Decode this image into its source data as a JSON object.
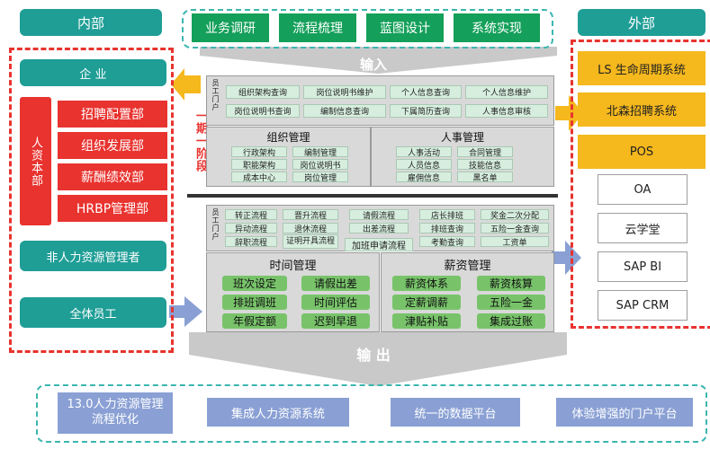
{
  "left": {
    "header": "内部",
    "enterprise": "企 业",
    "hr_label": "人资本部",
    "hr_depts": [
      "招聘配置部",
      "组织发展部",
      "薪酬绩效部",
      "HRBP管理部"
    ],
    "non_hr_manager": "非人力资源管理者",
    "all_staff": "全体员工"
  },
  "right": {
    "header": "外部",
    "yellow_systems": [
      "LS 生命周期系统",
      "北森招聘系统",
      "POS"
    ],
    "gray_systems": [
      "OA",
      "云学堂",
      "SAP BI",
      "SAP CRM"
    ]
  },
  "top": {
    "steps": [
      "业务调研",
      "流程梳理",
      "蓝图设计",
      "系统实现"
    ],
    "input_label": "输入",
    "output_label": "输 出"
  },
  "phase_label": "一期一阶段",
  "upper_panel": {
    "portal_label": "员工门户",
    "rows": [
      [
        "组织架构查询",
        "岗位说明书维护",
        "个人信息查询",
        "个人信息维护"
      ],
      [
        "岗位说明书查询",
        "编制信息查询",
        "下属简历查询",
        "人事信息审核"
      ]
    ],
    "org": {
      "title": "组织管理",
      "items": [
        [
          "行政架构",
          "编制管理"
        ],
        [
          "职能架构",
          "岗位说明书"
        ],
        [
          "成本中心",
          "岗位管理"
        ]
      ]
    },
    "personnel": {
      "title": "人事管理",
      "items": [
        [
          "人事活动",
          "合同管理"
        ],
        [
          "人员信息",
          "技能信息"
        ],
        [
          "雇佣信息",
          "黑名单"
        ]
      ]
    }
  },
  "lower_panel": {
    "portal_label": "员工门户",
    "rows": [
      [
        "转正流程",
        "晋升流程",
        "请假流程",
        "店长排班",
        "奖金二次分配"
      ],
      [
        "异动流程",
        "退休流程",
        "出差流程",
        "排班查询",
        "五险一金查询"
      ],
      [
        "辞职流程",
        "证明开具流程",
        "",
        "考勤查询",
        "工资单"
      ]
    ],
    "overtime": "加班申请流程",
    "time": {
      "title": "时间管理",
      "items": [
        [
          "班次设定",
          "请假出差"
        ],
        [
          "排班调班",
          "时间评估"
        ],
        [
          "年假定额",
          "迟到早退"
        ]
      ]
    },
    "salary": {
      "title": "薪资管理",
      "items": [
        [
          "薪资体系",
          "薪资核算"
        ],
        [
          "定薪调薪",
          "五险一金"
        ],
        [
          "津贴补贴",
          "集成过账"
        ]
      ]
    }
  },
  "bottom": [
    "13.0人力资源管理流程优化",
    "集成人力资源系统",
    "统一的数据平台",
    "体验增强的门户平台"
  ],
  "colors": {
    "teal": "#1f9e96",
    "green": "#14a05a",
    "red": "#e8332f",
    "yellow": "#f5b81d",
    "blue": "#8aa0d4"
  }
}
